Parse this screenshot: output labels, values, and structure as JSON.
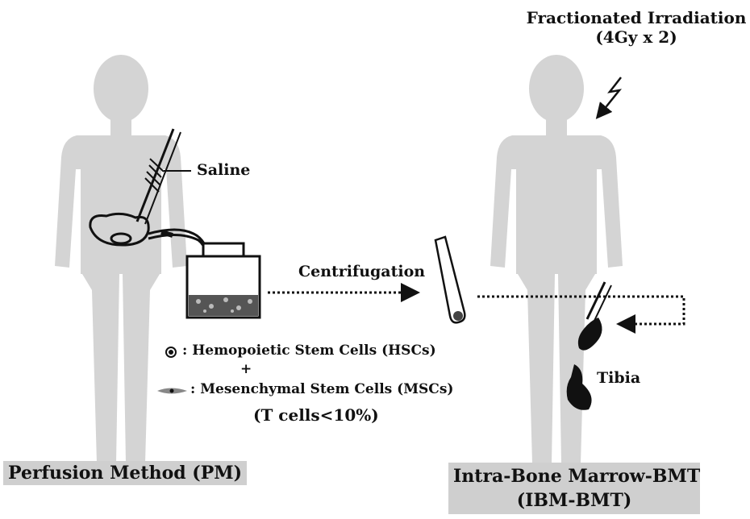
{
  "labels": {
    "irradiation_title": "Fractionated Irradiation",
    "irradiation_dose": "(4Gy x 2)",
    "saline": "Saline",
    "centrifugation": "Centrifugation",
    "tibia": "Tibia",
    "legend_hsc": ": Hemopoietic Stem Cells (HSCs)",
    "legend_plus": "+",
    "legend_msc": ": Mesenchymal Stem Cells (MSCs)",
    "legend_tcells": "(T cells<10%)",
    "left_caption": "Perfusion Method (PM)",
    "right_caption_line1": "Intra-Bone Marrow-BMT",
    "right_caption_line2": "(IBM-BMT)"
  },
  "colors": {
    "body": "#d4d4d4",
    "ink": "#111111",
    "caption_bg": "#cfcfcf"
  }
}
